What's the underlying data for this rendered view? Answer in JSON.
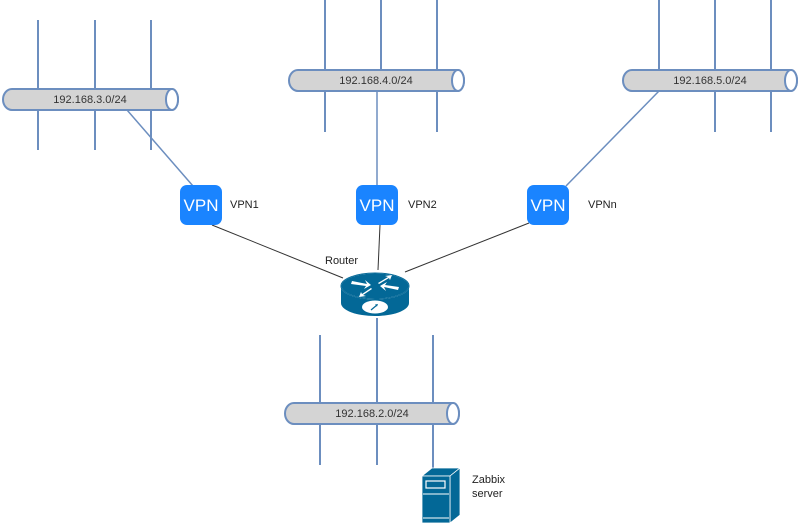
{
  "colors": {
    "tap_line": "#6c8ebf",
    "bus_fill": "#d4d4d4",
    "bus_stroke": "#6c8ebf",
    "link_line": "#333333",
    "vpn_fill": "#1a84ff",
    "cisco_blue": "#036897"
  },
  "networks": [
    {
      "id": "net3",
      "label": "192.168.3.0/24"
    },
    {
      "id": "net4",
      "label": "192.168.4.0/24"
    },
    {
      "id": "net5",
      "label": "192.168.5.0/24"
    },
    {
      "id": "net2",
      "label": "192.168.2.0/24"
    }
  ],
  "vpns": [
    {
      "id": "vpn1",
      "icon_text": "VPN",
      "label": "VPN1"
    },
    {
      "id": "vpn2",
      "icon_text": "VPN",
      "label": "VPN2"
    },
    {
      "id": "vpnn",
      "icon_text": "VPN",
      "label": "VPNn"
    }
  ],
  "router": {
    "label": "Router",
    "icon": "router-icon"
  },
  "server": {
    "label_line1": "Zabbix",
    "label_line2": "server",
    "icon": "server-icon"
  }
}
